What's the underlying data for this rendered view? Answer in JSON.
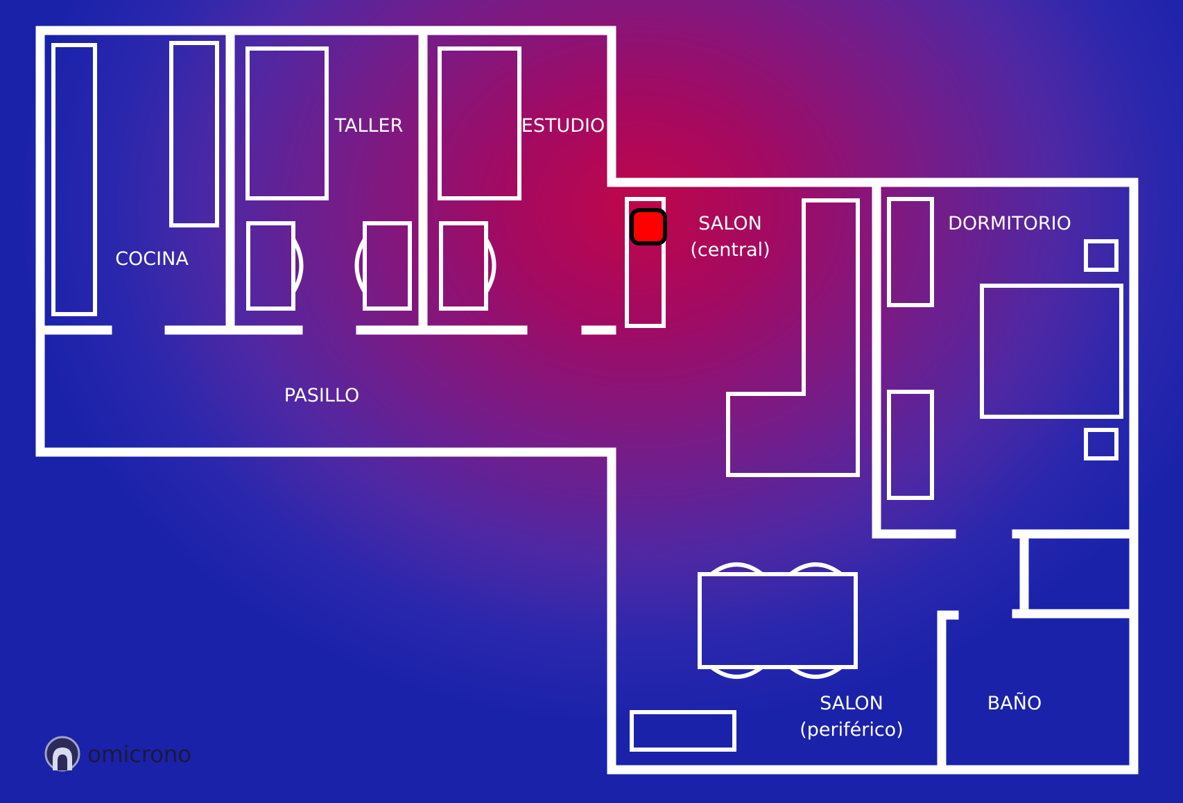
{
  "rooms": {
    "cocina": "COCINA",
    "taller": "TALLER",
    "estudio": "ESTUDIO",
    "pasillo": "PASILLO",
    "salon_central_1": "SALON",
    "salon_central_2": "(central)",
    "dormitorio": "DORMITORIO",
    "salon_periferico_1": "SALON",
    "salon_periferico_2": "(periférico)",
    "bano": "BAÑO"
  },
  "brand": {
    "name": "omicrono"
  },
  "colors": {
    "walls": "#ffffff",
    "marker": "#ff0000",
    "background_center": "#c0064a",
    "background_edge": "#1a22aa"
  }
}
